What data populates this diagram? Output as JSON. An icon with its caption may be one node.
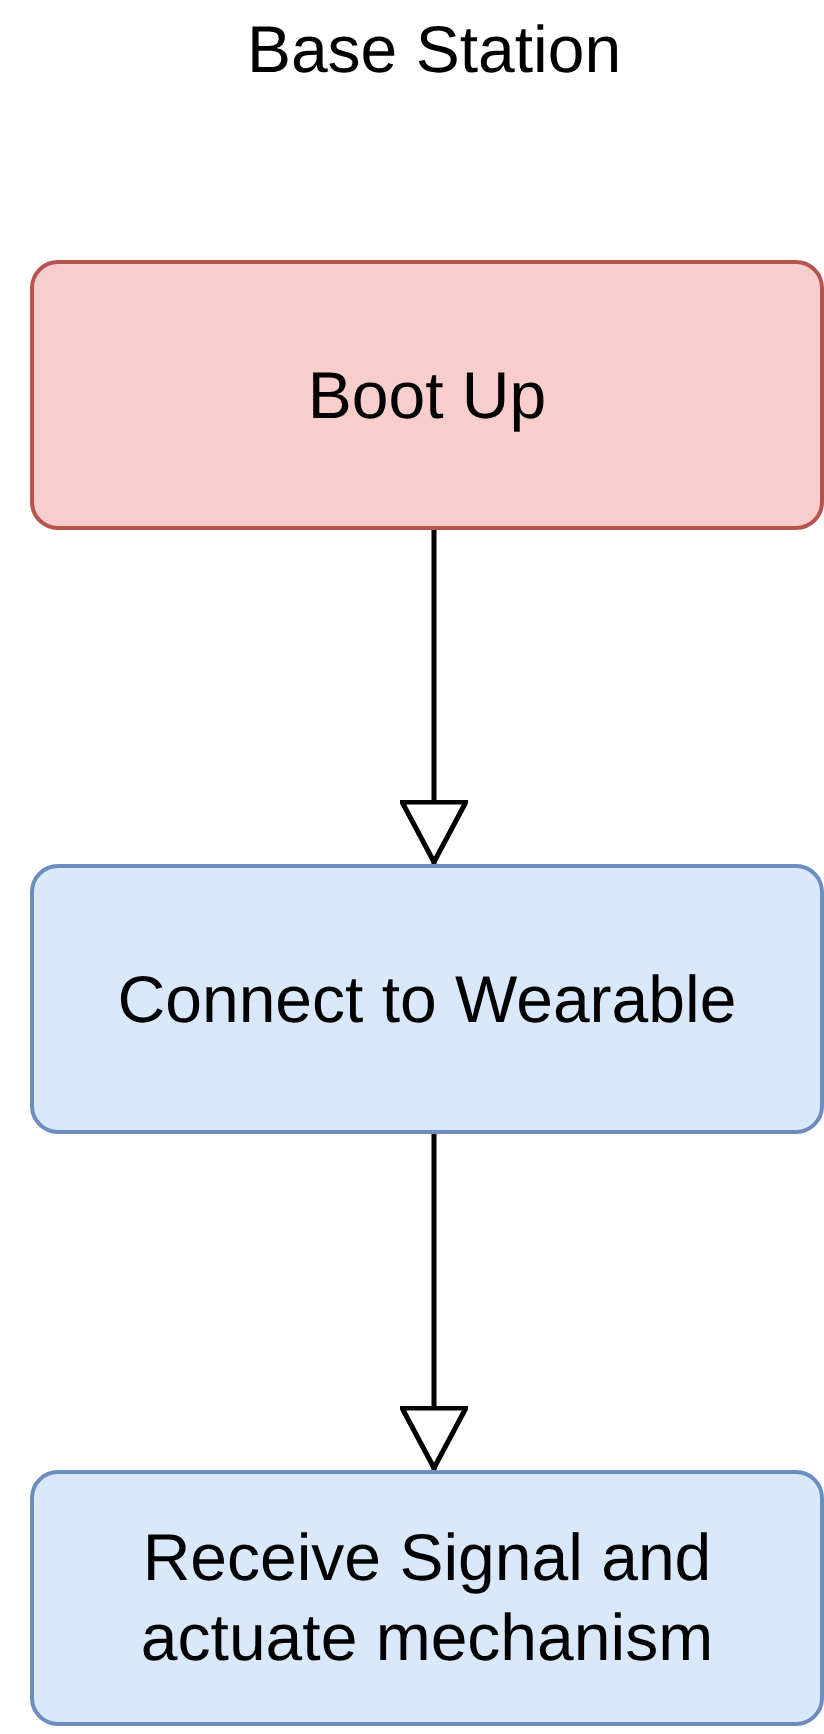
{
  "diagram": {
    "title": "Base Station",
    "nodes": [
      {
        "text": [
          "Boot Up"
        ]
      },
      {
        "text": [
          "Connect to Wearable"
        ]
      },
      {
        "text": [
          "Receive Signal and actuate mechanism"
        ]
      }
    ],
    "edges": [
      {
        "from": 0,
        "to": 1,
        "arrow": "to"
      },
      {
        "from": 1,
        "to": 2,
        "arrow": "to"
      }
    ]
  }
}
